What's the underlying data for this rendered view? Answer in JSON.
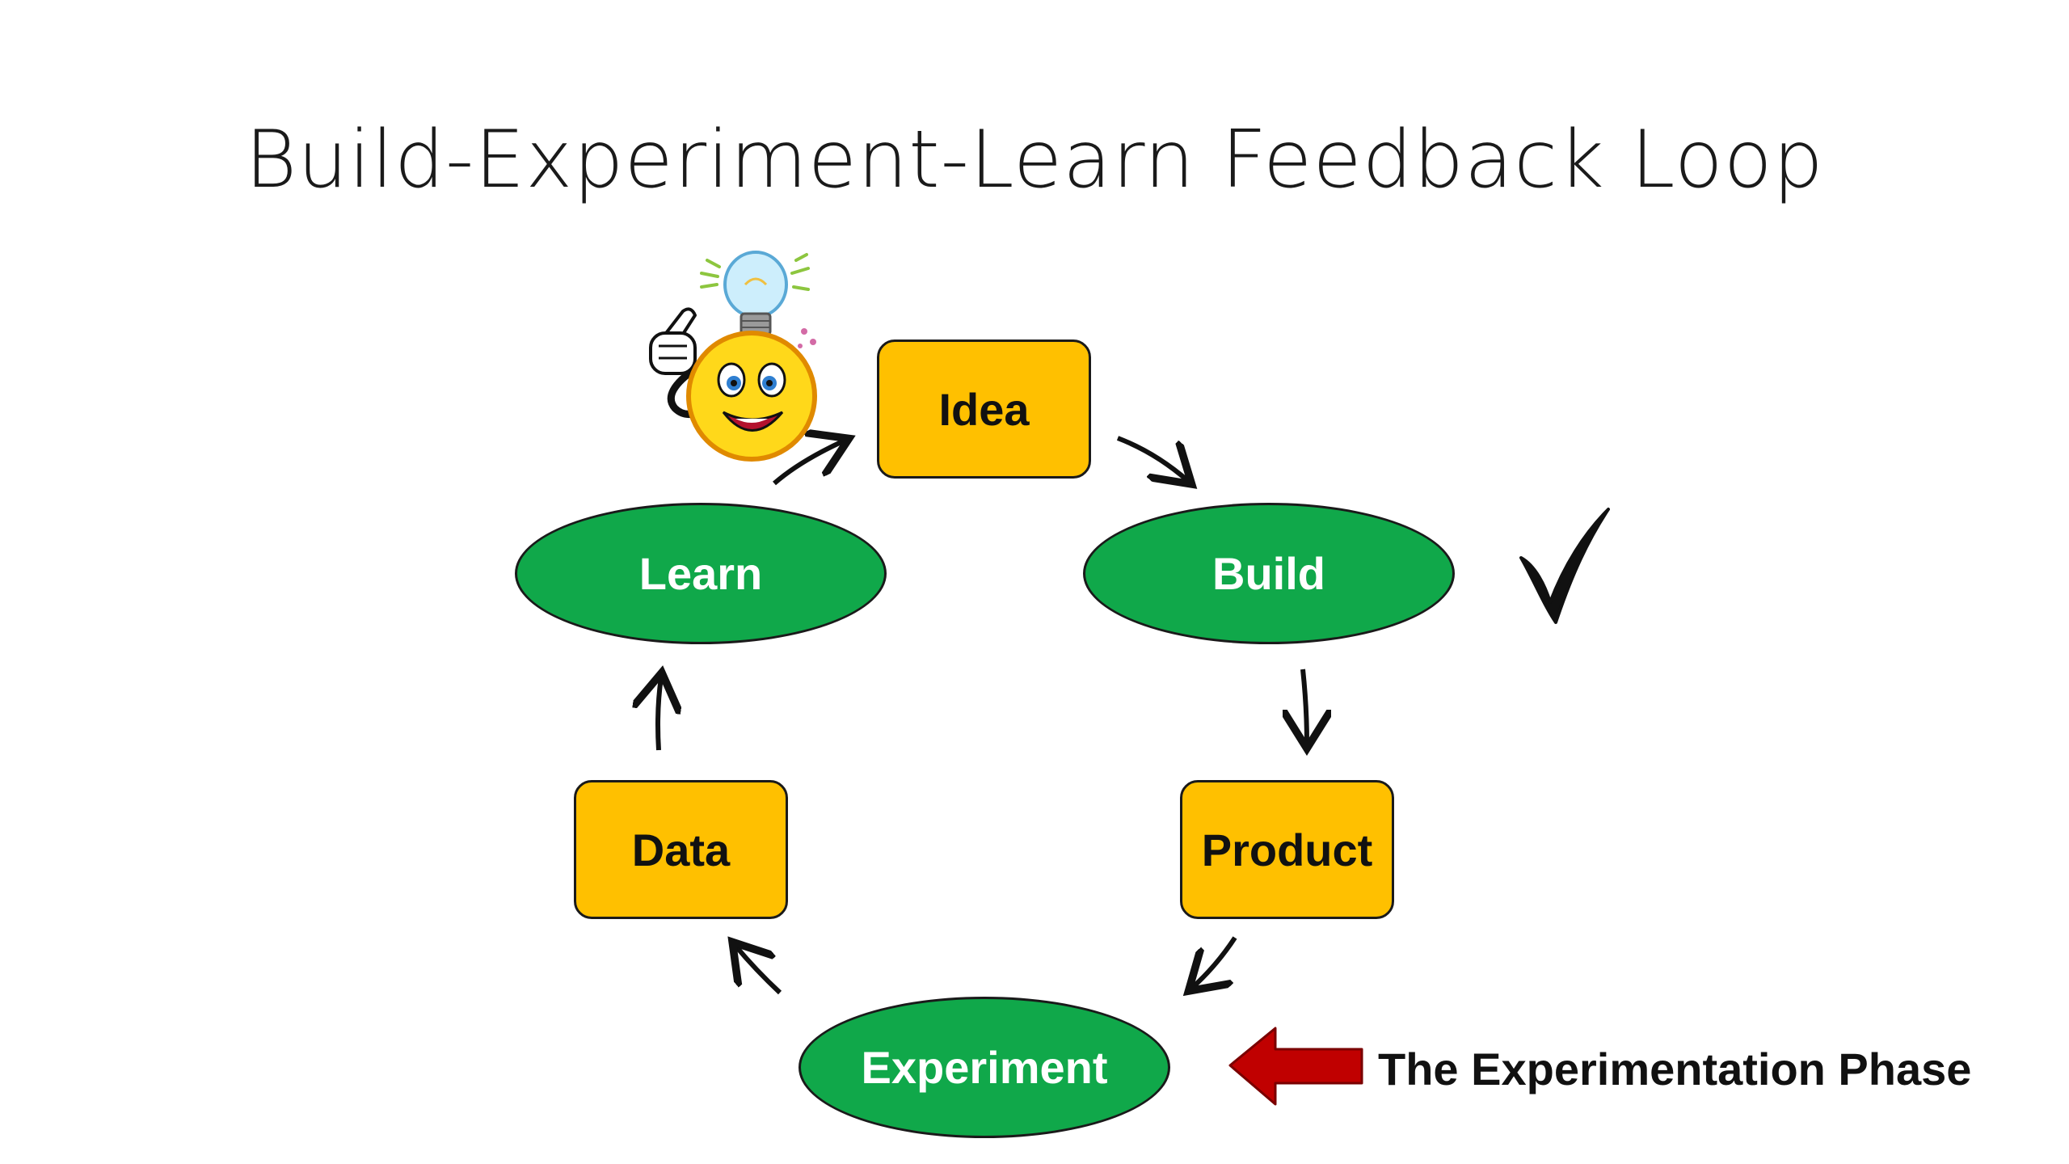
{
  "title": "Build-Experiment-Learn Feedback Loop",
  "nodes": {
    "idea": "Idea",
    "build": "Build",
    "product": "Product",
    "experiment": "Experiment",
    "data": "Data",
    "learn": "Learn"
  },
  "annotation": {
    "phase_label": "The Experimentation Phase",
    "icon": "red-left-arrow-icon"
  },
  "decorations": {
    "checkmark": "checkmark-icon",
    "idea_character": "lightbulb-smiley-icon"
  },
  "colors": {
    "box_fill": "#ffc000",
    "ellipse_fill": "#10a84a",
    "annotation_arrow": "#c00000"
  }
}
